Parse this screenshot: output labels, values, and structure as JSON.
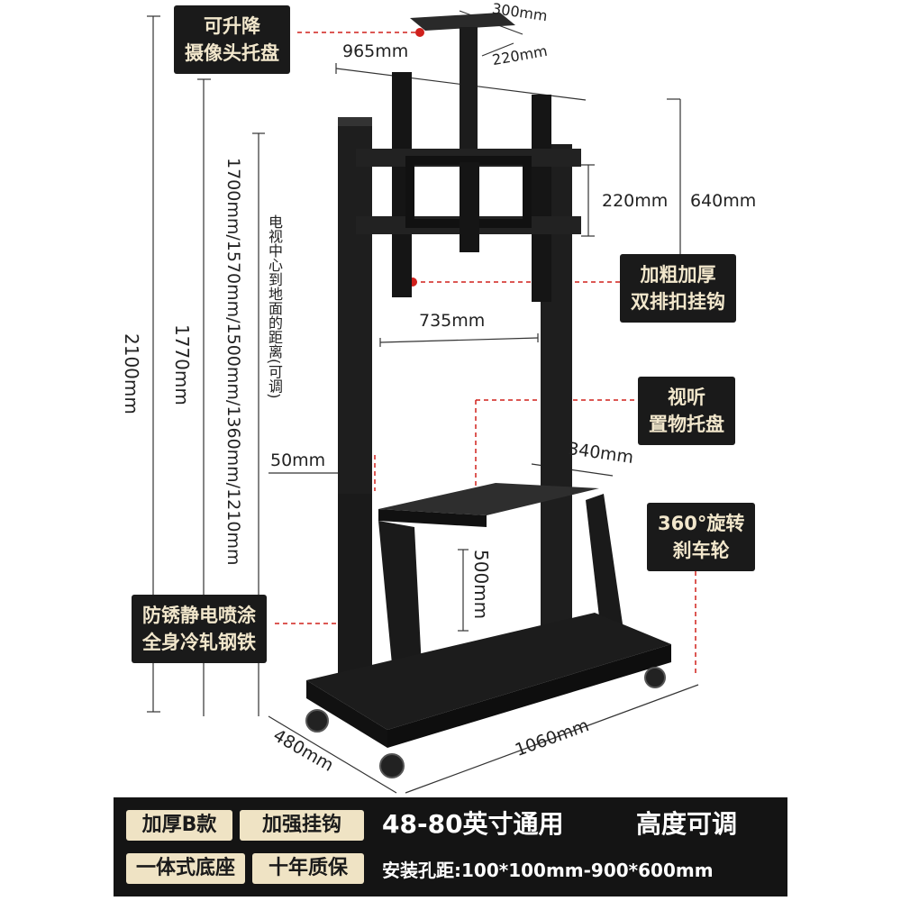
{
  "callouts": {
    "camera_tray": [
      "可升降",
      "摄像头托盘"
    ],
    "hooks": [
      "加粗加厚",
      "双排扣挂钩"
    ],
    "av_tray": [
      "视听",
      "置物托盘"
    ],
    "wheels": [
      "360°旋转",
      "刹车轮"
    ],
    "steel": [
      "防锈静电喷涂",
      "全身冷轧钢铁"
    ]
  },
  "dimensions": {
    "tray_width": "300mm",
    "tray_depth": "220mm",
    "mount_width": "965mm",
    "bracket_height": "220mm",
    "mount_height": "640mm",
    "shelf_width": "735mm",
    "shelf_depth": "340mm",
    "column_width": "50mm",
    "shelf_height": "500mm",
    "base_width": "1060mm",
    "base_depth": "480mm",
    "total_height": "2100mm",
    "pillar_height": "1770mm",
    "center_heights": "1700mm/1570mm/1500mm/1360mm/1210mm",
    "center_note": "电视中心到地面的距离(可调)"
  },
  "features": {
    "badge": "加厚B款",
    "hooks": "加强挂钩",
    "base": "一体式底座",
    "warranty": "十年质保",
    "sizes": "48-80英寸通用",
    "height": "高度可调",
    "vesa": "安装孔距:100*100mm-900*600mm"
  }
}
